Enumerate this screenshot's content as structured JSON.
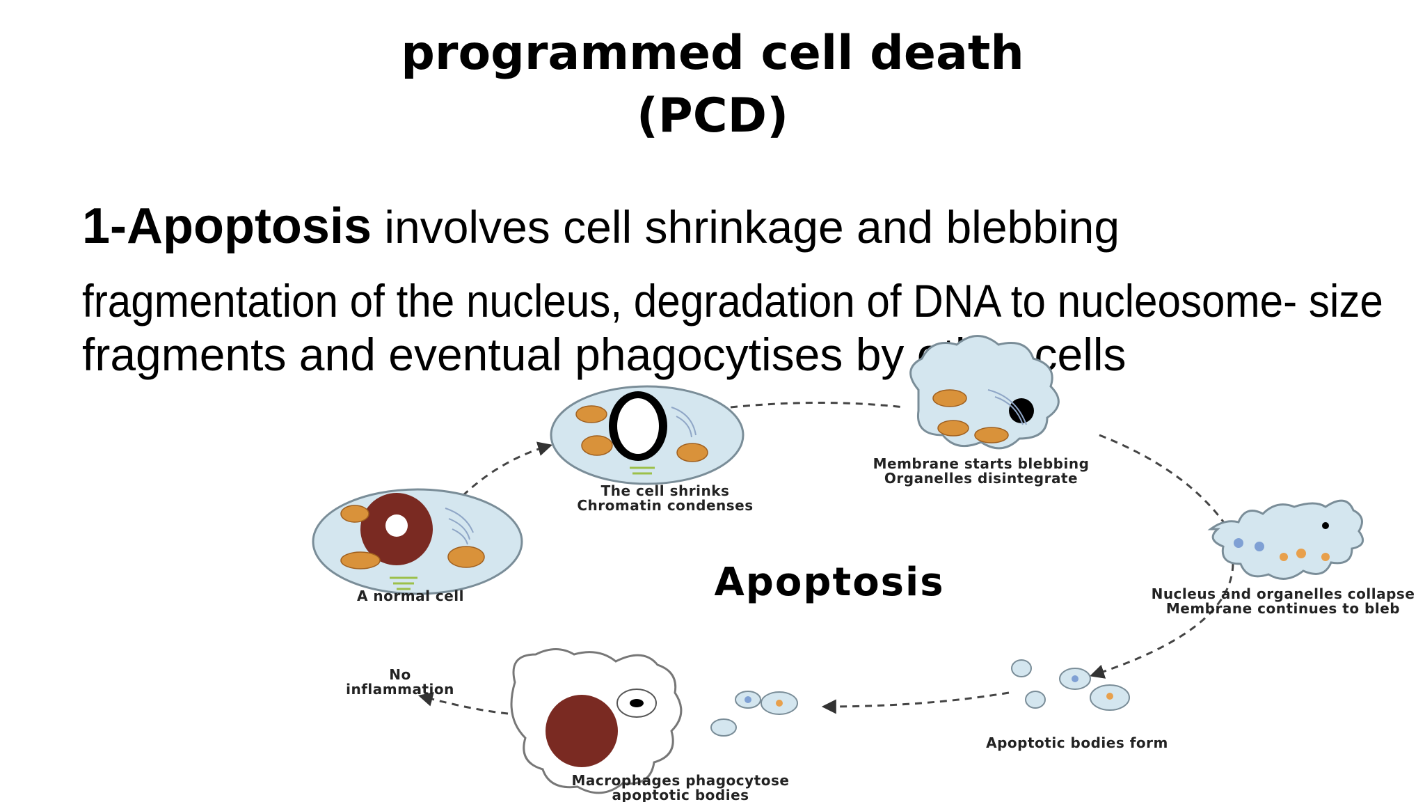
{
  "title": {
    "line1": "programmed cell death",
    "line2": "(PCD)"
  },
  "body": {
    "lead_term": "1-Apoptosis",
    "lead_rest": " involves cell shrinkage and blebbing",
    "line2": "fragmentation of the nucleus, degradation of DNA to nucleosome- size",
    "line3": "fragments and eventual phagocytises by other cells"
  },
  "diagram": {
    "center_label": "Apoptosis",
    "labels": {
      "normal_cell": "A normal cell",
      "shrink_1": "The cell shrinks",
      "shrink_2": "Chromatin condenses",
      "bleb_1": "Membrane starts blebbing",
      "bleb_2": "Organelles disintegrate",
      "collapse_1": "Nucleus and organelles collapse",
      "collapse_2": "Membrane continues to bleb",
      "bodies": "Apoptotic bodies form",
      "macro_1": "Macrophages phagocytose",
      "macro_2": "apoptotic bodies",
      "noinf_1": "No",
      "noinf_2": "inflammation"
    },
    "colors": {
      "cell_fill": "#d4e6ef",
      "cell_stroke": "#7a8d98",
      "mito": "#d9923a",
      "nucleus": "#7a2a22",
      "er": "#8fa6c6",
      "golgi": "#9cc04a",
      "body_blue": "#7fa0d4",
      "body_orange": "#e8a04c"
    }
  }
}
